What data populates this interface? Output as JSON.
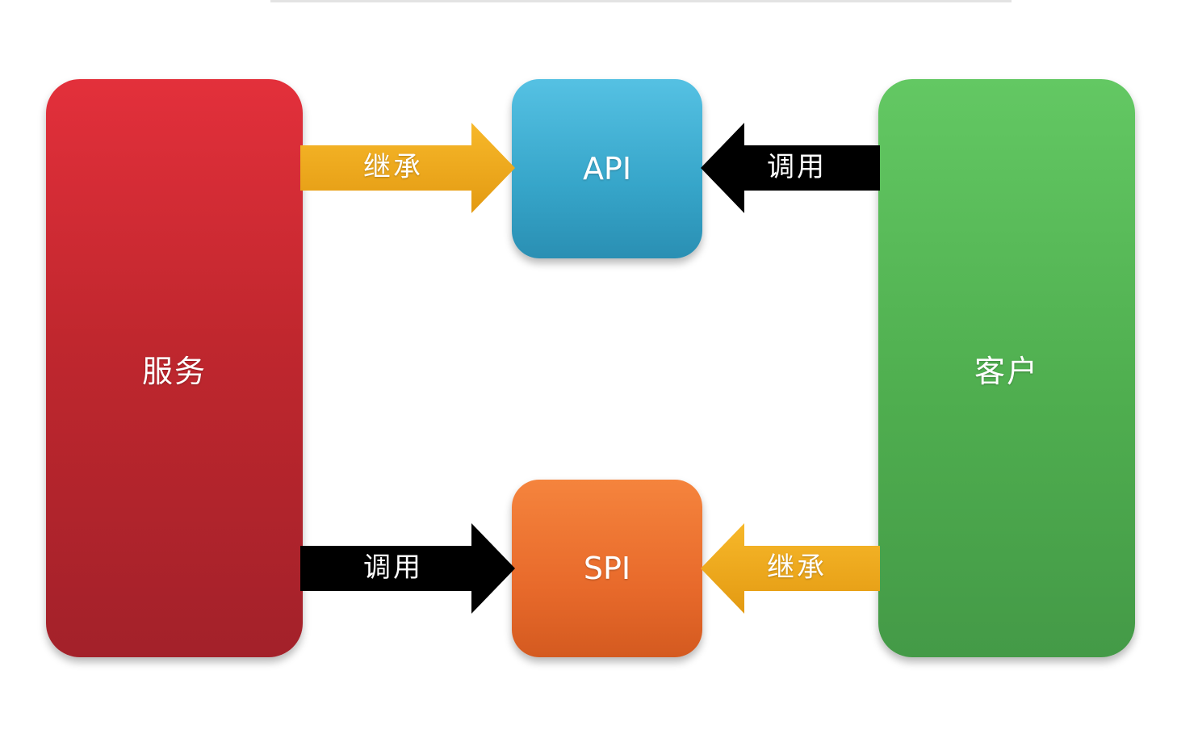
{
  "nodes": {
    "service": {
      "label": "服务",
      "color": "#c0272e"
    },
    "api": {
      "label": "API",
      "color": "#36a5c9"
    },
    "spi": {
      "label": "SPI",
      "color": "#e86a2b"
    },
    "client": {
      "label": "客户",
      "color": "#4fae4f"
    }
  },
  "edges": [
    {
      "from": "服务",
      "to": "API",
      "label": "继承",
      "color": "#f2a81d"
    },
    {
      "from": "客户",
      "to": "API",
      "label": "调用",
      "color": "#000000"
    },
    {
      "from": "服务",
      "to": "SPI",
      "label": "调用",
      "color": "#000000"
    },
    {
      "from": "客户",
      "to": "SPI",
      "label": "继承",
      "color": "#f2a81d"
    }
  ]
}
